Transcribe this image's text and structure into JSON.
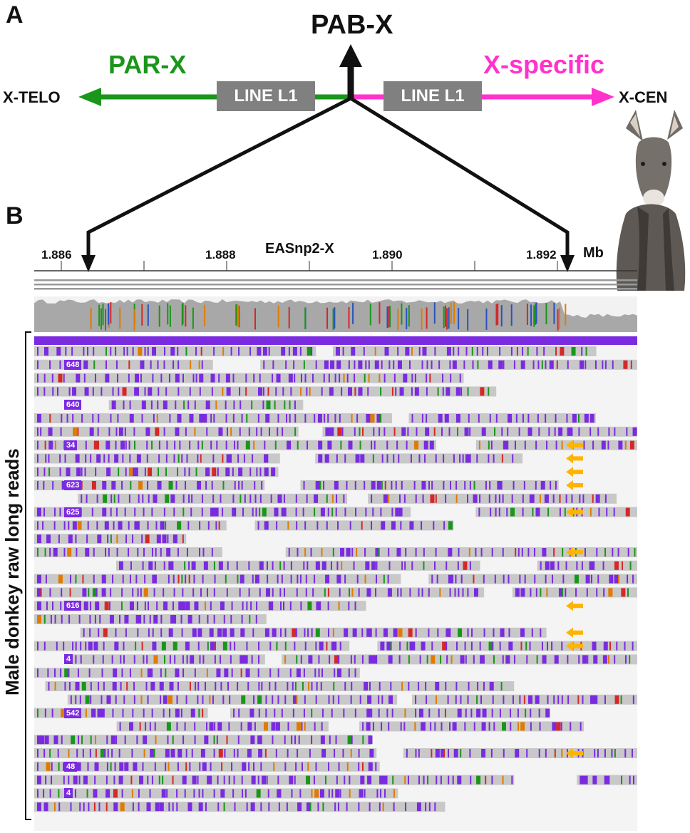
{
  "panel_a": {
    "letter": "A",
    "title": "PAB-X",
    "par_label": "PAR-X",
    "xspecific_label": "X-specific",
    "left_end": "X-TELO",
    "right_end": "X-CEN",
    "line_left": "LINE L1",
    "line_right": "LINE L1",
    "colors": {
      "par": "#1a961a",
      "xspecific": "#ff33cc",
      "line_box": "#808080"
    }
  },
  "panel_b": {
    "letter": "B",
    "contig": "EASnp2-X",
    "unit": "Mb",
    "ticks": [
      "1.886",
      "1.888",
      "1.890",
      "1.892"
    ],
    "side_label": "Male donkey raw long reads",
    "read_count_labels": [
      "648",
      "640",
      "34",
      "623",
      "625",
      "616",
      "4",
      "542",
      "48",
      "4"
    ],
    "colors": {
      "read": "#c8c8c8",
      "mismatch": "#7a2be0",
      "arrow": "#ffb400",
      "coverage": "#a8a8a8"
    }
  },
  "image": {
    "subject": "donkey-photo"
  }
}
